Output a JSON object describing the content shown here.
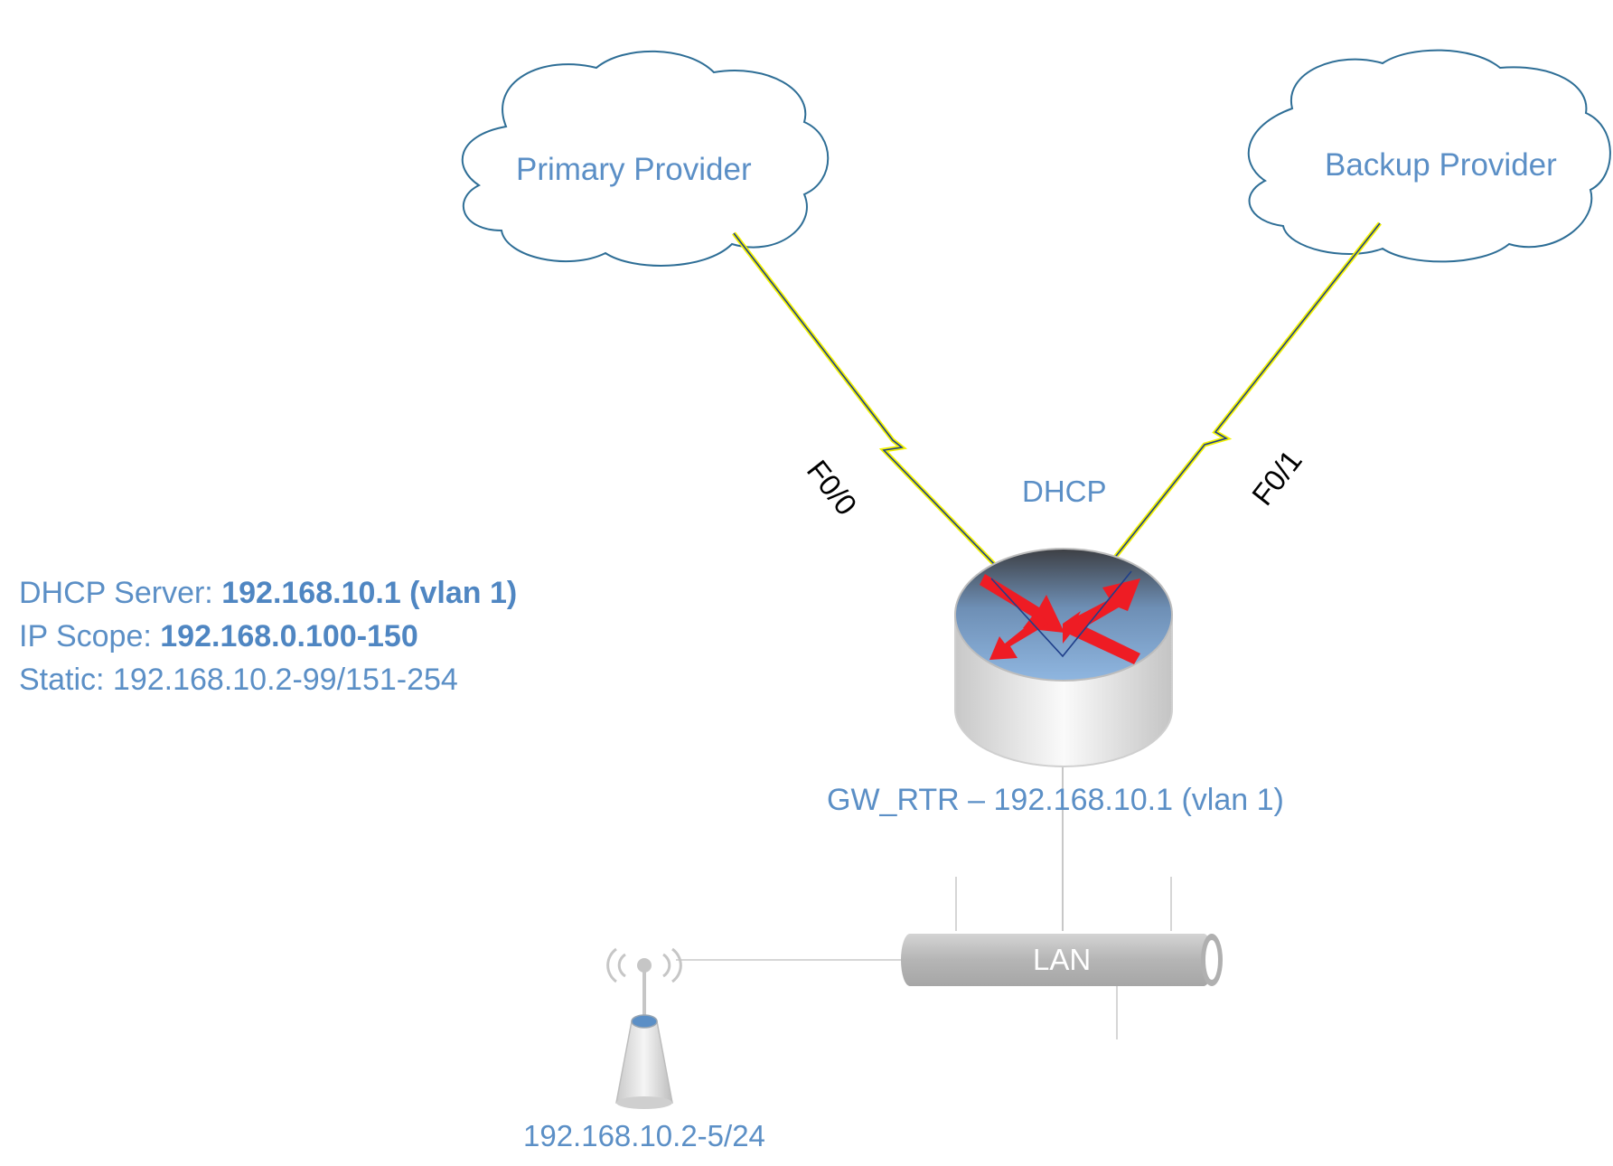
{
  "clouds": {
    "primary": "Primary Provider",
    "backup": "Backup Provider"
  },
  "interfaces": {
    "primary": "F0/0",
    "backup": "F0/1"
  },
  "router": {
    "service_label": "DHCP",
    "name_label": "GW_RTR – 192.168.10.1 (vlan 1)"
  },
  "lan": {
    "label": "LAN"
  },
  "access_point": {
    "label": "192.168.10.2-5/24"
  },
  "info": {
    "server_label": "DHCP Server: ",
    "server_value": "192.168.10.1 (vlan 1)",
    "scope_label": "IP Scope: ",
    "scope_value": "192.168.0.100-150",
    "static_label": "Static: 192.168.10.2-99/151-254"
  },
  "colors": {
    "label_blue": "#5b8fc6",
    "cloud_outline": "#2e6e96",
    "serial_yellow": "#f2f200",
    "serial_blue": "#1f3f8a",
    "router_red": "#ee1c24",
    "lan_gray": "#b8b8b8"
  }
}
